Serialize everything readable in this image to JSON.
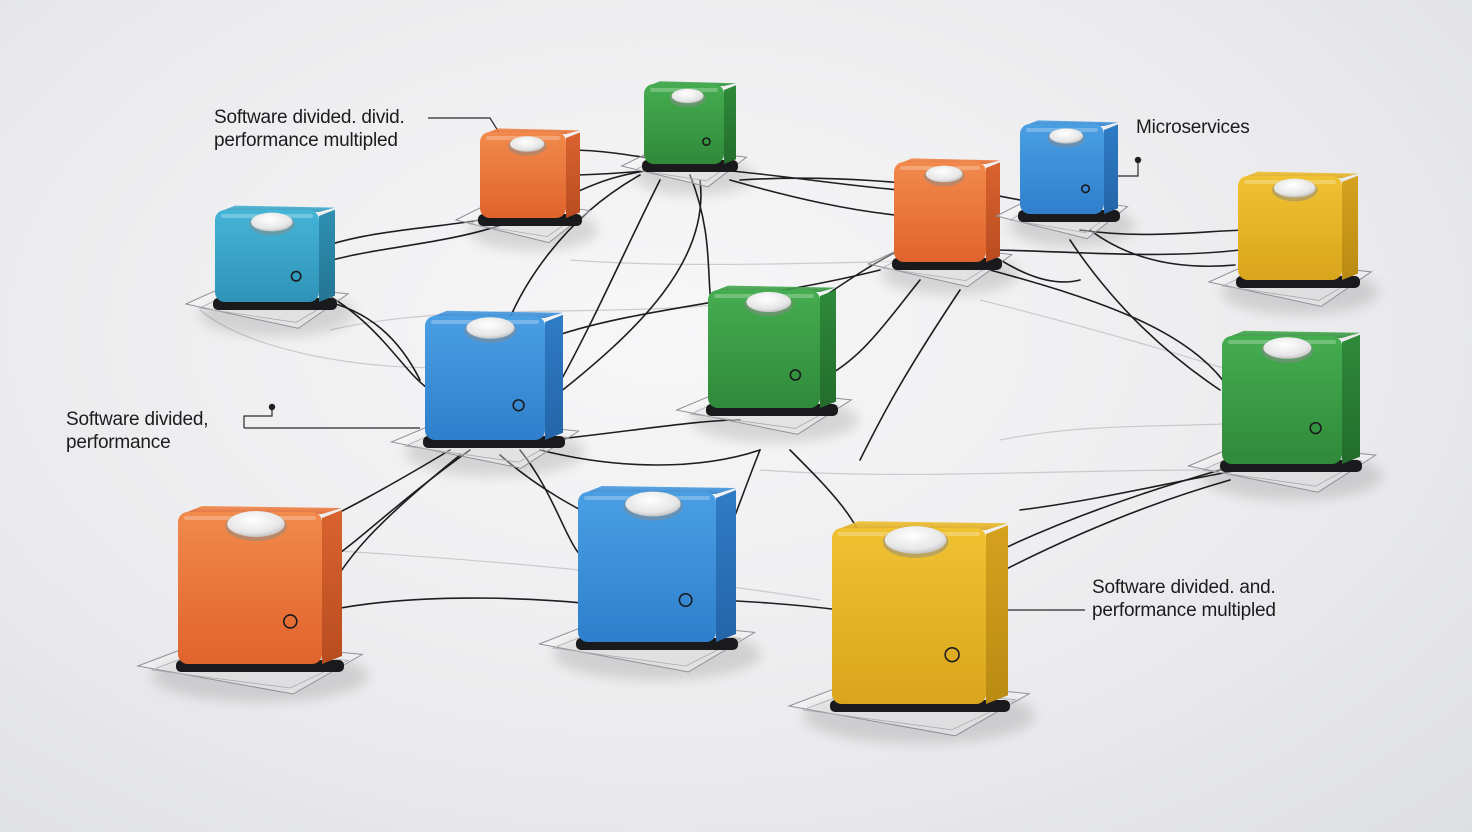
{
  "annotations": {
    "top_left": {
      "line1": "Software divided. divid.",
      "line2": "performance multipled"
    },
    "middle_left": {
      "line1": "Software divided,",
      "line2": "performance"
    },
    "top_right": {
      "line1": "Microservices"
    },
    "bottom_right": {
      "line1": "Software divided. and.",
      "line2": "performance multipled"
    }
  },
  "palette": {
    "orange": "#e8733a",
    "green": "#3a9a45",
    "blue": "#3a8fd6",
    "teal": "#3aa4c8",
    "yellow": "#e3b325",
    "cable": "#1e1e20"
  },
  "modules": [
    {
      "name": "service-cube-teal-top-left",
      "color": "teal"
    },
    {
      "name": "service-cube-orange-top",
      "color": "orange"
    },
    {
      "name": "service-cube-green-top",
      "color": "green"
    },
    {
      "name": "service-cube-orange-top-right",
      "color": "orange"
    },
    {
      "name": "service-cube-blue-top-right",
      "color": "blue"
    },
    {
      "name": "service-cube-yellow-right",
      "color": "yellow"
    },
    {
      "name": "service-cube-blue-center-left",
      "color": "blue"
    },
    {
      "name": "service-cube-green-center",
      "color": "green"
    },
    {
      "name": "service-cube-green-right",
      "color": "green"
    },
    {
      "name": "service-cube-orange-bottom-left",
      "color": "orange"
    },
    {
      "name": "service-cube-blue-bottom",
      "color": "blue"
    },
    {
      "name": "service-cube-yellow-bottom-right",
      "color": "yellow"
    }
  ]
}
